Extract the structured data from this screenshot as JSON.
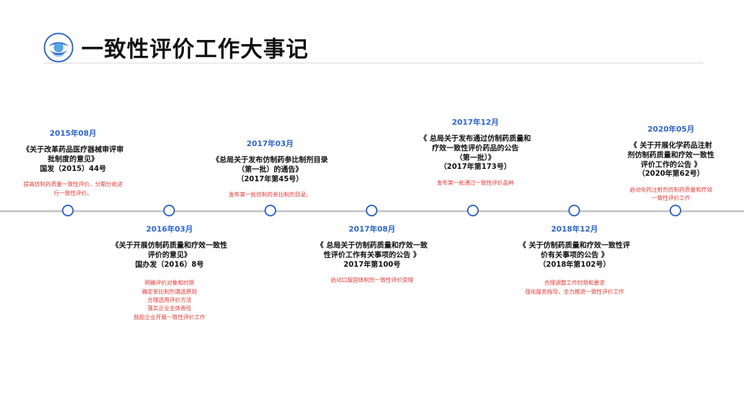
{
  "header": {
    "title": "一致性评价工作大事记",
    "logo_icon": "health-emblem-icon"
  },
  "colors": {
    "accent": "#2f65c9",
    "description": "#e53935",
    "timeline": "#c9c9c9"
  },
  "timeline": {
    "events": [
      {
        "date": "2015年08月",
        "doc_lines": [
          "《关于改革药品医疗器械审评审",
          "批制度的意见》",
          "国发（2015）44号"
        ],
        "desc_lines": [
          "提高仿制药质量一致性评价，分期分批进",
          "行一致性评价。"
        ]
      },
      {
        "date": "2016年03月",
        "doc_lines": [
          "《关于开展仿制药质量和疗效一致性",
          "评价的意见》",
          "国办发（2016）8号"
        ],
        "desc_lines": [
          "明确评价对象和时限",
          "确定参比制剂遴选原则",
          "合理选用评价方法",
          "落实企业主体责任",
          "鼓励企业开展一致性评价工作"
        ]
      },
      {
        "date": "2017年03月",
        "doc_lines": [
          "《总局关于发布仿制药参比制剂目录",
          "（第一批）的通告》",
          "（2017年第45号）"
        ],
        "desc_lines": [
          "发布第一批仿制药参比制剂目录。"
        ]
      },
      {
        "date": "2017年08月",
        "doc_lines": [
          "《 总局关于仿制药质量和疗效一致",
          "性评价工作有关事项的公告 》",
          "2017年第100号"
        ],
        "desc_lines": [
          "启动口服固体制剂一致性评价受理"
        ]
      },
      {
        "date": "2017年12月",
        "doc_lines": [
          "《 总局关于发布通过仿制药质量和",
          "疗效一致性评价药品的公告",
          "（第一批）》",
          "（2017年第173号）"
        ],
        "desc_lines": [
          "发布第一批通过一致性评价品种"
        ]
      },
      {
        "date": "2018年12月",
        "doc_lines": [
          "《 关于仿制药质量和疗效一致性评",
          "价有关事项的公告 》",
          "（2018年第102号）"
        ],
        "desc_lines": [
          "合理调整工作时限和要求",
          "强化服务指导，全力推进一致性评价工作"
        ]
      },
      {
        "date": "2020年05月",
        "doc_lines": [
          "《 关于开展化学药品注射",
          "剂仿制药质量和疗效一致性",
          "评价工作的公告 》",
          "（2020年第62号）"
        ],
        "desc_lines": [
          "启动化药注射剂仿制药质量和疗效",
          "一致性评价工作"
        ]
      }
    ]
  }
}
